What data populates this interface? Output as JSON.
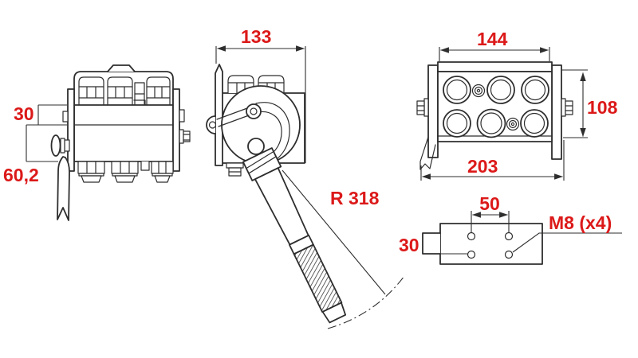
{
  "colors": {
    "line": "#2e2e2e",
    "dimension": "#dc1919",
    "background": "#ffffff"
  },
  "labels": {
    "side_plate_offset": "30",
    "side_mount_height": "60,2",
    "end_body_width": "133",
    "lever_swing_radius": "R 318",
    "front_port_span": "144",
    "front_body_height": "108",
    "front_overall_width": "203",
    "holes_spacing_horizontal": "50",
    "holes_spacing_vertical": "30",
    "holes_thread": "M8 (x4)"
  }
}
